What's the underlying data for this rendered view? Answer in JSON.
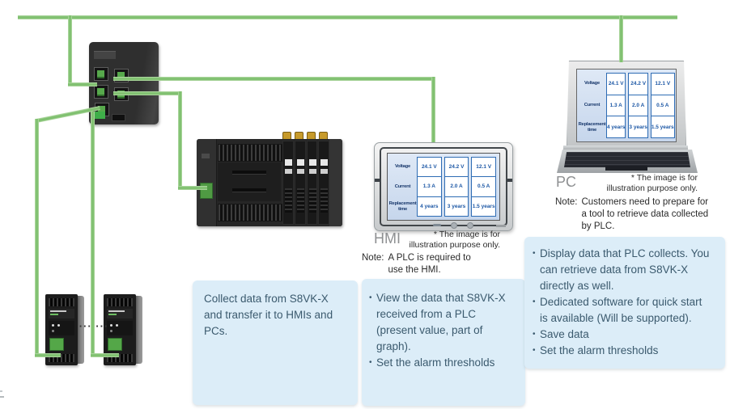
{
  "labels": {
    "hmi": "HMI",
    "pc": "PC",
    "note_prefix": "Note:",
    "hmi_note": "A PLC is required to use the HMI.",
    "pc_note": "Customers need to prepare for a tool to retrieve data collected by PLC.",
    "disclaimer_line1": "* The image is for",
    "disclaimer_line2": "illustration purpose only.",
    "ellipsis": "··· ···"
  },
  "screen_table": {
    "rows": [
      {
        "label": "Voltage",
        "values": [
          "24.1 V",
          "24.2 V",
          "12.1 V"
        ]
      },
      {
        "label": "Current",
        "values": [
          "1.3 A",
          "2.0 A",
          "0.5 A"
        ]
      },
      {
        "label": "Replacement time",
        "values": [
          "4 years",
          "3 years",
          "1.5 years"
        ]
      }
    ]
  },
  "callouts": {
    "bullet_char": "•",
    "plc_box_text": "Collect data from S8VK-X and transfer it to HMIs and PCs.",
    "hmi_box_bullets": [
      "View the data that S8VK-X received from a PLC (present value, part of graph).",
      "Set the alarm thresholds"
    ],
    "pc_box_bullets": [
      "Display data that PLC collects. You can retrieve data from S8VK-X directly as well.",
      "Dedicated software for quick start is available (Will be supported).",
      "Save data",
      "Set the alarm thresholds"
    ]
  },
  "colors": {
    "cable_green": "#7fc06f",
    "callout_bg": "#dcedf8",
    "callout_text": "#3b5a6e",
    "table_border_blue": "#2e6cb4",
    "table_text_blue": "#1c57a5",
    "screen_bg": "#d5e2f2",
    "device_label_gray": "#8e9092"
  },
  "devices": [
    "ethernet-switch",
    "plc-controller",
    "hmi-display",
    "pc-laptop",
    "power-supply-s8vk-x-1",
    "power-supply-s8vk-x-2"
  ]
}
